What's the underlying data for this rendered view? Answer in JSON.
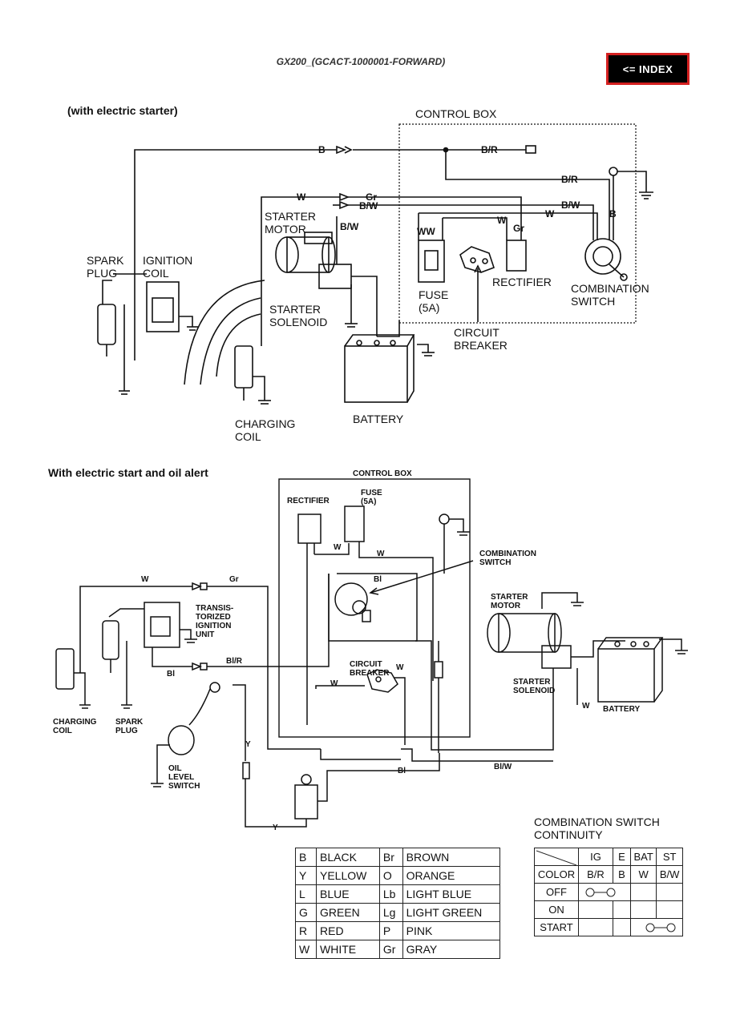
{
  "header": {
    "doc_title": "GX200_(GCACT-1000001-FORWARD)",
    "index_button": "<= INDEX"
  },
  "diagram1": {
    "section_title": "(with electric starter)",
    "control_box": "CONTROL BOX",
    "starter_motor": [
      "STARTER",
      "MOTOR"
    ],
    "spark_plug": [
      "SPARK",
      "PLUG"
    ],
    "ignition_coil": [
      "IGNITION",
      "COIL"
    ],
    "starter_solenoid": [
      "STARTER",
      "SOLENOID"
    ],
    "charging_coil": [
      "CHARGING",
      "COIL"
    ],
    "battery": "BATTERY",
    "fuse": [
      "FUSE",
      "(5A)"
    ],
    "rectifier": "RECTIFIER",
    "combination_switch": [
      "COMBINATION",
      "SWITCH"
    ],
    "circuit_breaker": [
      "CIRCUIT",
      "BREAKER"
    ],
    "wires": {
      "b_top": "B",
      "br_top": "B/R",
      "br_right": "B/R",
      "w_left": "W",
      "gr_mid": "Gr",
      "bw_mid": "B/W",
      "bw_starter": "B/W",
      "bw_right": "B/W",
      "w_right": "W",
      "w_small": "W",
      "b_right": "B",
      "ww": "WW",
      "w_rect": "W",
      "gr_rect": "Gr"
    }
  },
  "diagram2": {
    "section_title": "With electric start and oil alert",
    "control_box": "CONTROL BOX",
    "rectifier": "RECTIFIER",
    "fuse": [
      "FUSE",
      "(5A)"
    ],
    "combination_switch": [
      "COMBINATION",
      "SWITCH"
    ],
    "starter_motor": [
      "STARTER",
      "MOTOR"
    ],
    "ignition_unit": [
      "TRANSIS-",
      "TORIZED",
      "IGNITION",
      "UNIT"
    ],
    "circuit_breaker": [
      "CIRCUIT",
      "BREAKER"
    ],
    "starter_solenoid": [
      "STARTER",
      "SOLENOID"
    ],
    "battery": "BATTERY",
    "charging_coil": [
      "CHARGING",
      "COIL"
    ],
    "spark_plug": [
      "SPARK",
      "PLUG"
    ],
    "oil_level_switch": [
      "OIL",
      "LEVEL",
      "SWITCH"
    ],
    "wires": {
      "w_top": "W",
      "gr_top": "Gr",
      "w_fuse1": "W",
      "w_fuse2": "W",
      "bl_switch": "Bl",
      "bl_r": "Bl/R",
      "bl_unit": "Bl",
      "w_breaker": "W",
      "w_breaker2": "W",
      "w_battery": "W",
      "y_mid": "Y",
      "y_bottom": "Y",
      "bl_bottom": "Bl",
      "bl_w": "Bl/W"
    }
  },
  "color_legend": {
    "rows": [
      [
        "B",
        "BLACK",
        "Br",
        "BROWN"
      ],
      [
        "Y",
        "YELLOW",
        "O",
        "ORANGE"
      ],
      [
        "L",
        "BLUE",
        "Lb",
        "LIGHT BLUE"
      ],
      [
        "G",
        "GREEN",
        "Lg",
        "LIGHT GREEN"
      ],
      [
        "R",
        "RED",
        "P",
        "PINK"
      ],
      [
        "W",
        "WHITE",
        "Gr",
        "GRAY"
      ]
    ]
  },
  "continuity": {
    "title": [
      "COMBINATION SWITCH",
      "CONTINUITY"
    ],
    "headers": [
      "IG",
      "E",
      "BAT",
      "ST"
    ],
    "color_row": [
      "COLOR",
      "B/R",
      "B",
      "W",
      "B/W"
    ],
    "rows": [
      "OFF",
      "ON",
      "START"
    ]
  },
  "colors": {
    "accent_border": "#d42020",
    "button_bg": "#000000",
    "ink": "#111111"
  }
}
